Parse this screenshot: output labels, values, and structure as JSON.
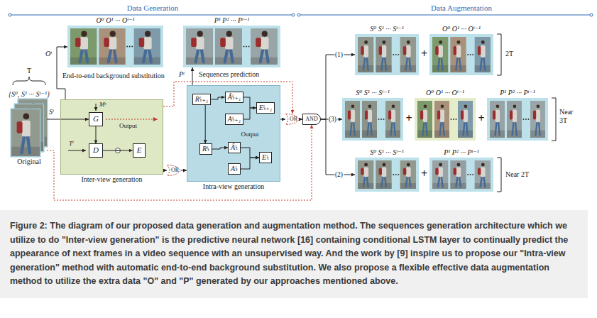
{
  "diagram": {
    "caption": "Figure 2: The diagram of our proposed data generation and augmentation method. The sequences generation architecture which we utilize to do \"Inter-view generation\" is the predictive neural network [16] containing conditional LSTM layer to continually predict the appearance of next frames in a video sequence with an unsupervised way. And the work by [9] inspire us to propose our \"Intra-view generation\" method with automatic end-to-end background substitution. We also propose a flexible effective data augmentation method to utilize the extra data \"O\" and \"P\" generated by our approaches mentioned above.",
    "nodes": [
      {
        "text": [
          "O⁰ O¹ ··· Oⁱ⁻¹"
        ]
      },
      {
        "text": [
          "P¹ P² ··· Pⁱ⁻¹"
        ]
      },
      {
        "text": [
          "{S⁰, S¹ ··· Sⁱ⁻¹}",
          "Original"
        ]
      },
      {
        "text": [
          "Inter-view generation"
        ]
      },
      {
        "text": [
          "G"
        ],
        "in": 3
      },
      {
        "text": [
          "D"
        ],
        "in": 3
      },
      {
        "text": [
          "E"
        ],
        "in": 3
      },
      {
        "text": [
          "OR"
        ]
      },
      {
        "text": [
          "Intra-view generation"
        ]
      },
      {
        "text": [
          "Rˡₜ₊₁"
        ],
        "in": 8
      },
      {
        "text": [
          "Âˡₜ₊₁"
        ],
        "in": 8
      },
      {
        "text": [
          "Aˡₜ₊₁"
        ],
        "in": 8
      },
      {
        "text": [
          "Eˡₜ₊₁"
        ],
        "in": 8
      },
      {
        "text": [
          "Rˡₜ"
        ],
        "in": 8
      },
      {
        "text": [
          "Âˡₜ"
        ],
        "in": 8
      },
      {
        "text": [
          "Aˡₜ"
        ],
        "in": 8
      },
      {
        "text": [
          "Eˡₜ"
        ],
        "in": 8
      },
      {
        "text": [
          "OR"
        ]
      },
      {
        "text": [
          "AND"
        ]
      },
      {
        "text": [
          "S⁰ S¹ ··· Sⁱ⁻¹"
        ]
      },
      {
        "text": [
          "O⁰ O¹ ··· Oⁱ⁻¹"
        ]
      },
      {
        "text": [
          "S⁰ S¹ ··· Sⁱ⁻¹"
        ]
      },
      {
        "text": [
          "O⁰ O¹ ··· Oⁱ⁻¹"
        ]
      },
      {
        "text": [
          "P¹ P² ··· Pⁱ⁻¹"
        ]
      },
      {
        "text": [
          "S⁰ S¹ ··· Sⁱ⁻¹"
        ]
      },
      {
        "text": [
          "P¹ P² ··· Pⁱ⁻¹"
        ]
      }
    ],
    "edges": [
      {
        "from": 2,
        "to": 4,
        "arrow": "to"
      },
      {
        "from": 4,
        "to": 5,
        "arrow": "to"
      },
      {
        "from": 5,
        "to": 6,
        "arrow": "to"
      },
      {
        "from": 3,
        "to": 0,
        "arrow": "to"
      },
      {
        "from": 8,
        "to": 1,
        "arrow": "to"
      },
      {
        "from": 3,
        "to": 7,
        "arrow": "to"
      },
      {
        "from": 7,
        "to": 8,
        "arrow": "to"
      },
      {
        "from": 3,
        "to": 17,
        "arrow": "to"
      },
      {
        "from": 8,
        "to": 17,
        "arrow": "to"
      },
      {
        "from": 17,
        "to": 18,
        "arrow": "to"
      },
      {
        "from": 2,
        "to": 18,
        "arrow": "to"
      },
      {
        "from": 18,
        "to": 19,
        "arrow": "to",
        "label": "(1)"
      },
      {
        "from": 18,
        "to": 21,
        "arrow": "to",
        "label": "(3)"
      },
      {
        "from": 18,
        "to": 24,
        "arrow": "to",
        "label": "(2)"
      },
      {
        "from": 9,
        "to": 10,
        "arrow": "to"
      },
      {
        "from": 10,
        "to": 12,
        "arrow": "to"
      },
      {
        "from": 11,
        "to": 12,
        "arrow": "to"
      },
      {
        "from": 9,
        "to": 13,
        "arrow": "to"
      },
      {
        "from": 13,
        "to": 14,
        "arrow": "to"
      },
      {
        "from": 14,
        "to": 16,
        "arrow": "to"
      },
      {
        "from": 15,
        "to": 16,
        "arrow": "to"
      }
    ],
    "labels": [
      "Data Generation",
      "Data Augmentation",
      "T",
      "Oⁱ",
      "End-to-end background substitution",
      "Sⁱ",
      "Mˢ",
      "Tⁱ",
      "Output",
      "Pⁱ",
      "Sequences prediction",
      "Output",
      "+",
      "2T",
      "+",
      "+",
      "Near 3T",
      "+",
      "Near 2T"
    ]
  }
}
